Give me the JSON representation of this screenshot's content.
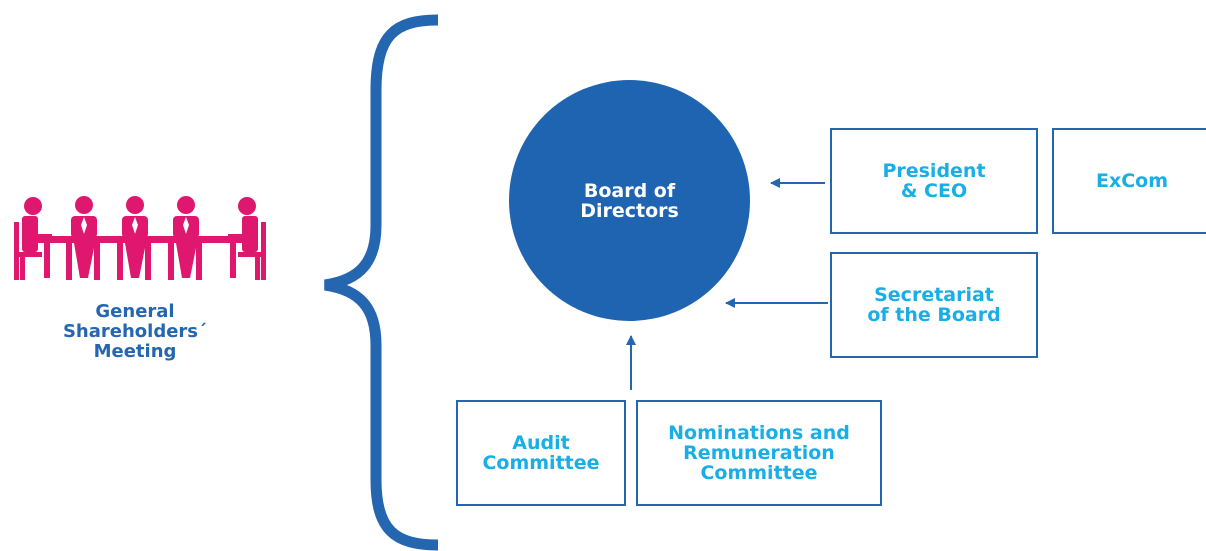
{
  "shareholders": {
    "label": "General\nShareholders´\nMeeting",
    "icon": "meeting-table-icon",
    "color": "#e0176f"
  },
  "board": {
    "label": "Board of\nDirectors",
    "color": "#1f64b0"
  },
  "boxes": {
    "president": "President\n& CEO",
    "excom": "ExCom",
    "secretariat": "Secretariat\nof the Board",
    "audit": "Audit\nCommittee",
    "nominations": "Nominations and\nRemuneration\nCommittee"
  },
  "colors": {
    "accent_text": "#1aaee6",
    "brace": "#2466b0",
    "border": "#2466b0"
  }
}
